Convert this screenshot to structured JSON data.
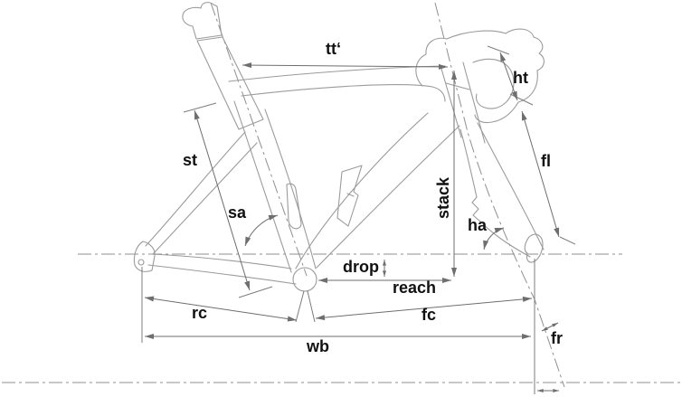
{
  "diagram": {
    "type": "bicycle-frame-geometry-diagram",
    "colors": {
      "background": "#ffffff",
      "frame_outline": "#9b9b9b",
      "dimension_lines": "#6e6e6e",
      "center_lines": "#8f8f8f",
      "label_text": "#111111"
    },
    "labels": {
      "tt": "tt‘",
      "st": "st",
      "sa": "sa",
      "stack": "stack",
      "drop": "drop",
      "reach": "reach",
      "rc": "rc",
      "fc": "fc",
      "wb": "wb",
      "ht": "ht",
      "fl": "fl",
      "ha": "ha",
      "fr": "fr"
    }
  }
}
